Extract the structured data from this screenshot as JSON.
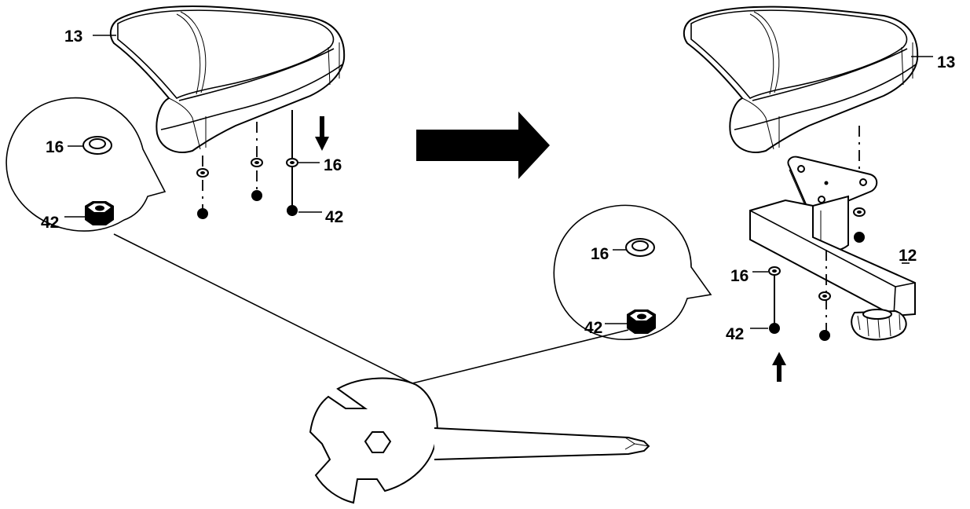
{
  "diagram": {
    "callouts": {
      "seat_left": "13",
      "seat_right": "13",
      "washer_left_detail": "16",
      "nut_left_detail": "42",
      "washer_left": "16",
      "nut_left": "42",
      "washer_right_detail": "16",
      "nut_right_detail": "42",
      "frame": "12",
      "washer_right": "16",
      "nut_right": "42"
    }
  }
}
